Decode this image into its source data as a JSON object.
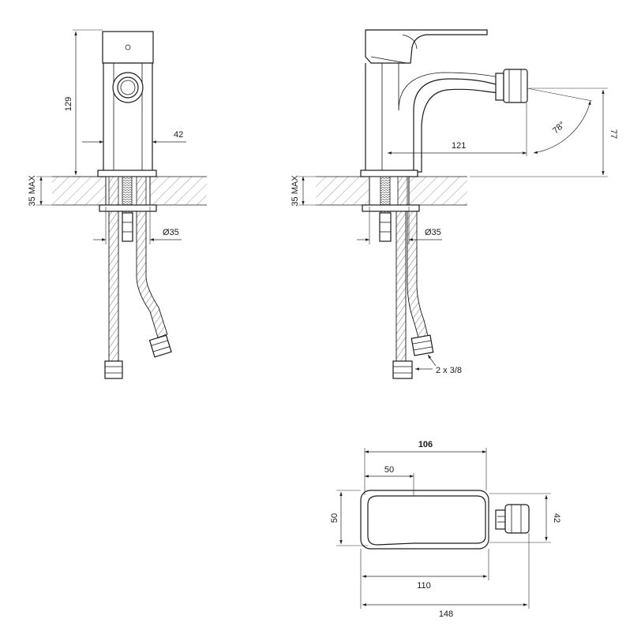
{
  "front_view": {
    "height_label": "129",
    "width_label": "42",
    "depth_label": "35 MAX",
    "hole_label": "Ø35"
  },
  "side_view": {
    "depth_label": "35 MAX",
    "hole_label": "Ø35",
    "reach_label": "121",
    "angle_label": "78°",
    "spout_height_label": "77",
    "hose_label": "2 x 3/8"
  },
  "top_view": {
    "length_label": "106",
    "handle_label": "50",
    "width_label": "50",
    "nozzle_label": "42",
    "body_label": "110",
    "total_label": "148"
  }
}
